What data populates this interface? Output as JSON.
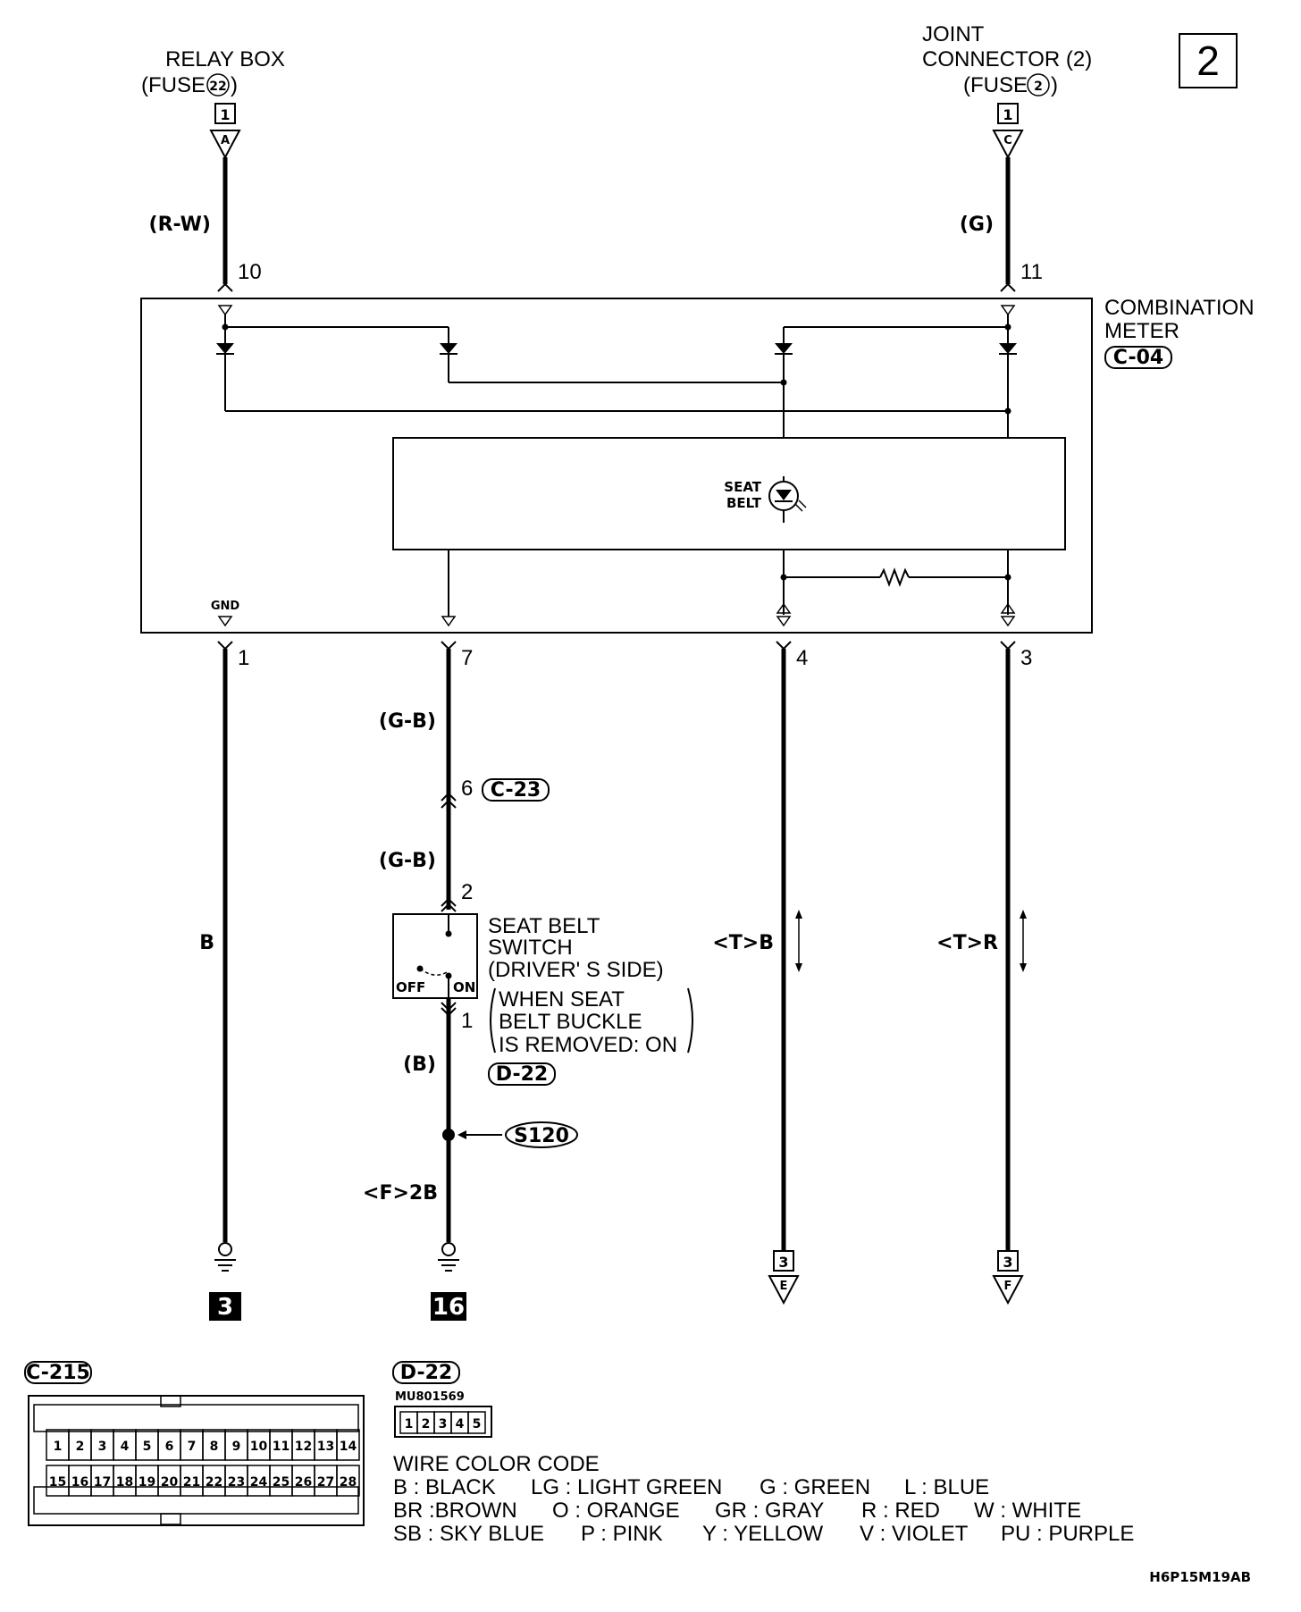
{
  "page_tag": "2",
  "top_sources": {
    "left": {
      "name": "RELAY BOX",
      "fuse_prefix": "(FUSE",
      "fuse_num": "22",
      "fuse_suffix": ")",
      "box": "1",
      "letter": "A",
      "wire": "(R-W)",
      "pin": "10"
    },
    "right": {
      "name_line1": "JOINT",
      "name_line2": "CONNECTOR (2)",
      "fuse_prefix": "(FUSE",
      "fuse_num": "2",
      "fuse_suffix": ")",
      "box": "1",
      "letter": "C",
      "wire": "(G)",
      "pin": "11"
    }
  },
  "meter": {
    "line1": "COMBINATION",
    "line2": "METER",
    "connector": "C-04",
    "gnd": "GND",
    "indicator_line1": "SEAT",
    "indicator_line2": "BELT"
  },
  "bottom_pins": {
    "p1": "1",
    "p7": "7",
    "p4": "4",
    "p3": "3"
  },
  "wires": {
    "pin1_wire": "B",
    "pin7_wire_a": "(G-B)",
    "connector_c23_pin": "6",
    "connector_c23": "C-23",
    "pin7_wire_b": "(G-B)",
    "switch_pin_top": "2",
    "switch_pin_bottom": "1",
    "pin7_wire_c": "(B)",
    "connector_d22": "D-22",
    "splice": "S120",
    "ground_wire": "<F>2B",
    "pin4_wire": "<T>B",
    "pin3_wire": "<T>R"
  },
  "switch": {
    "line1": "SEAT BELT",
    "line2": "SWITCH",
    "line3": "(DRIVER' S SIDE)",
    "note1": "WHEN SEAT",
    "note2": "BELT BUCKLE",
    "note3": "IS REMOVED: ON",
    "off": "OFF",
    "on": "ON"
  },
  "grounds": {
    "g1": "3",
    "g2": "16"
  },
  "bottom_refs": {
    "left_box": "3",
    "left_letter": "E",
    "right_box": "3",
    "right_letter": "F"
  },
  "connector_c215": {
    "label": "C-215",
    "row1": [
      "1",
      "2",
      "3",
      "4",
      "5",
      "6",
      "7",
      "8",
      "9",
      "10",
      "11",
      "12",
      "13",
      "14"
    ],
    "row2": [
      "15",
      "16",
      "17",
      "18",
      "19",
      "20",
      "21",
      "22",
      "23",
      "24",
      "25",
      "26",
      "27",
      "28"
    ]
  },
  "connector_d22_view": {
    "label": "D-22",
    "part": "MU801569",
    "pins": [
      "1",
      "2",
      "3",
      "4",
      "5"
    ]
  },
  "wire_color_code": {
    "title": "WIRE COLOR CODE",
    "row1": [
      "B : BLACK",
      "LG : LIGHT GREEN",
      "G : GREEN",
      "L : BLUE"
    ],
    "row2": [
      "BR :BROWN",
      "O : ORANGE",
      "GR : GRAY",
      "R : RED",
      "W : WHITE"
    ],
    "row3": [
      "SB : SKY BLUE",
      "P : PINK",
      "Y : YELLOW",
      "V : VIOLET",
      "PU : PURPLE"
    ]
  },
  "drawing_code": "H6P15M19AB"
}
